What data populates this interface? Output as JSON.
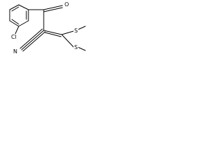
{
  "molecule": {
    "atoms": {
      "oxygen": "O",
      "chlorine": "Cl",
      "nitrogen": "N",
      "sulfur_upper": "S",
      "sulfur_lower": "S"
    },
    "colors": {
      "bond": "#000000",
      "label": "#000000",
      "background": "#ffffff"
    }
  }
}
